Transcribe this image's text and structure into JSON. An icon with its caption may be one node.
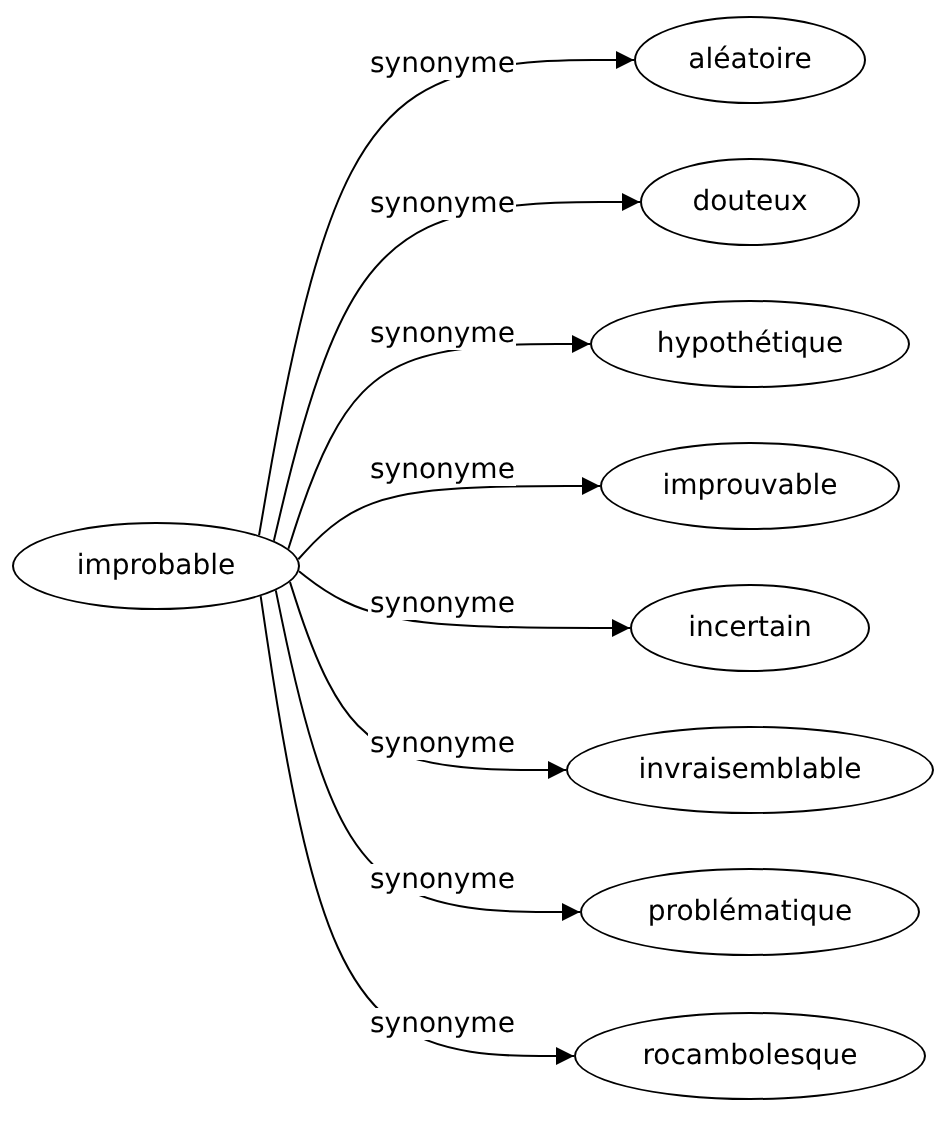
{
  "diagram": {
    "nodes": [
      {
        "text": [
          "improbable"
        ]
      },
      {
        "text": [
          "aléatoire"
        ]
      },
      {
        "text": [
          "douteux"
        ]
      },
      {
        "text": [
          "hypothétique"
        ]
      },
      {
        "text": [
          "improuvable"
        ]
      },
      {
        "text": [
          "incertain"
        ]
      },
      {
        "text": [
          "invraisemblable"
        ]
      },
      {
        "text": [
          "problématique"
        ]
      },
      {
        "text": [
          "rocambolesque"
        ]
      }
    ],
    "edges": [
      {
        "from": 0,
        "to": 1,
        "arrow": "to",
        "label": "synonyme"
      },
      {
        "from": 0,
        "to": 2,
        "arrow": "to",
        "label": "synonyme"
      },
      {
        "from": 0,
        "to": 3,
        "arrow": "to",
        "label": "synonyme"
      },
      {
        "from": 0,
        "to": 4,
        "arrow": "to",
        "label": "synonyme"
      },
      {
        "from": 0,
        "to": 5,
        "arrow": "to",
        "label": "synonyme"
      },
      {
        "from": 0,
        "to": 6,
        "arrow": "to",
        "label": "synonyme"
      },
      {
        "from": 0,
        "to": 7,
        "arrow": "to",
        "label": "synonyme"
      },
      {
        "from": 0,
        "to": 8,
        "arrow": "to",
        "label": "synonyme"
      }
    ]
  }
}
